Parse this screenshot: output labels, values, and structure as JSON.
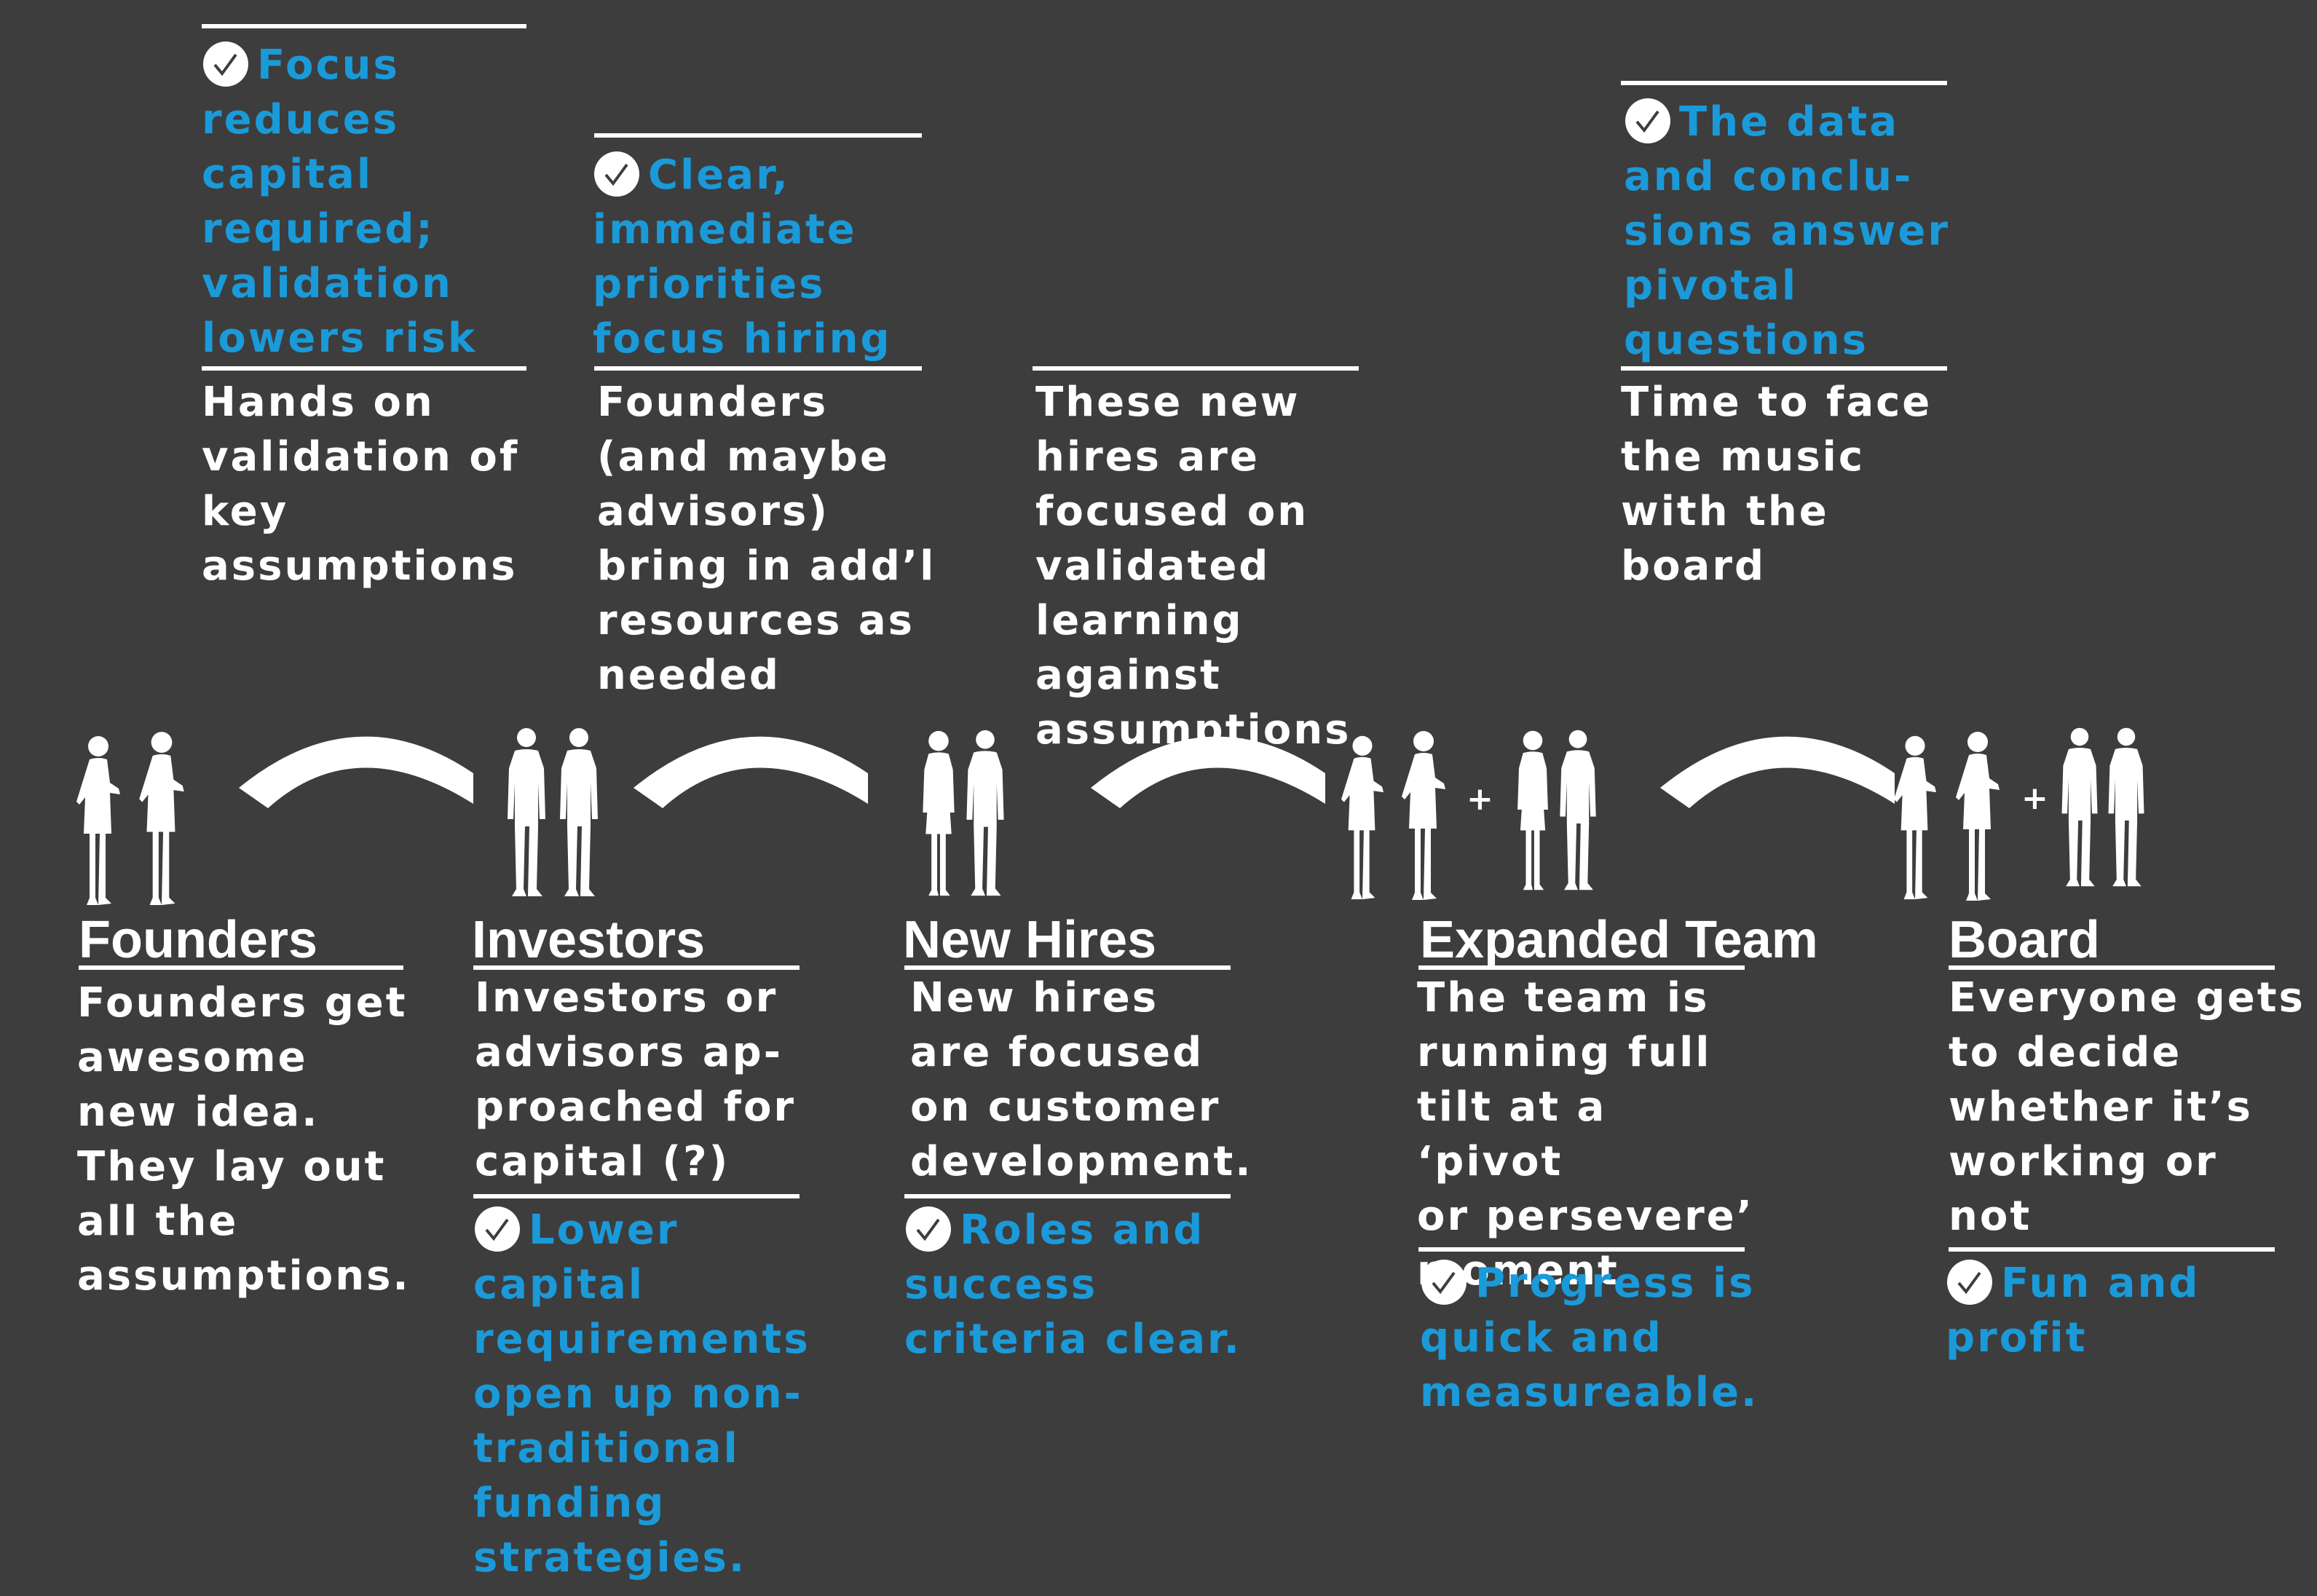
{
  "colors": {
    "background": "#3d3d3d",
    "text": "#ffffff",
    "benefit": "#1a9ad9"
  },
  "stages": [
    {
      "title": "Founders",
      "description": "Founders get\nawesome\nnew idea.\nThey lay out\nall the\nassumptions.",
      "figures_icon": "founders-figures-icon"
    },
    {
      "title": "Investors",
      "description": "Investors or\nadvisors ap-\nproached for\ncapital (?)",
      "benefit": "Lower\ncapital\nrequirements\nopen up non-\ntraditional\nfunding\nstrategies.",
      "figures_icon": "investors-figures-icon"
    },
    {
      "title": "New Hires",
      "description": "New hires\nare focused\non customer\ndevelopment.",
      "benefit": "Roles and\nsuccess\ncriteria clear.",
      "figures_icon": "new-hires-figures-icon"
    },
    {
      "title": "Expanded Team",
      "description": "The team is\nrunning full\ntilt at a ‘pivot\nor persevere’\nmoment",
      "benefit": "Progress is\nquick and\nmeasureable.",
      "figures_icon": "expanded-team-figures-icon"
    },
    {
      "title": "Board",
      "description": "Everyone gets\nto decide\nwhether it’s\nworking or\nnot",
      "benefit": "Fun and\nprofit",
      "figures_icon": "board-figures-icon"
    }
  ],
  "transitions": [
    {
      "benefit": "Focus\nreduces\ncapital\nrequired;\nvalidation\nlowers risk",
      "description": "Hands on\nvalidation of\nkey\nassumptions"
    },
    {
      "benefit": "Clear,\nimmediate\npriorities\nfocus hiring",
      "description": "Founders\n(and maybe\nadvisors)\nbring in add’l\nresources as\nneeded"
    },
    {
      "description": "These new\nhires are\nfocused on\nvalidated\nlearning against\nassumptions"
    },
    {
      "benefit": "The data\nand conclu-\nsions answer\npivotal\nquestions",
      "description": "Time to face\nthe music\nwith the\nboard"
    }
  ],
  "icons": {
    "check": "check-circle-icon",
    "arc": "curved-arrow-icon",
    "plus": "plus-icon"
  }
}
